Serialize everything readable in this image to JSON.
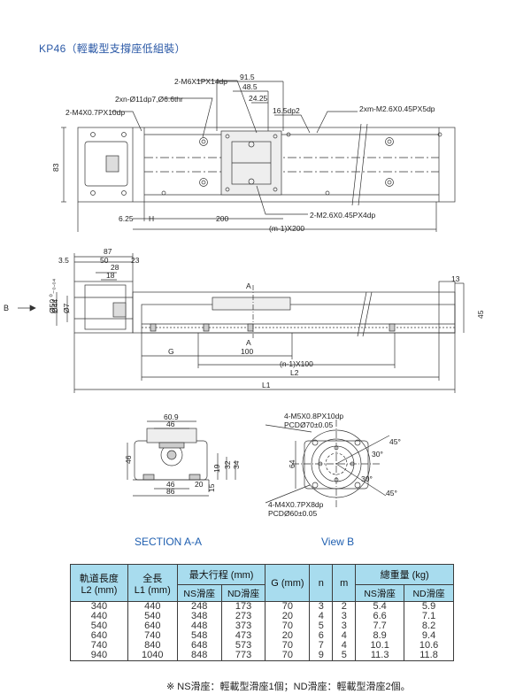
{
  "title": "KP46（輕載型支撐座低組裝）",
  "dimensions": {
    "top": {
      "m6": "2-M6X1PX14dp",
      "hole11": "2xn-Ø11dp7,Ø6.6thr",
      "m4": "2-M4X0.7PX10dp",
      "d91": "91.5",
      "d48": "48.5",
      "d24": "24.25",
      "d16": "16.5dp2",
      "m26a": "2xm-M2.6X0.45PX5dp",
      "d83": "83",
      "d625": "6.25",
      "H": "H",
      "d200": "200",
      "m26b": "2-M2.6X0.45PX4dp",
      "m1x200": "(m-1)X200"
    },
    "side": {
      "d87": "87",
      "d35": "3.5",
      "d50": "50",
      "d23": "23",
      "d28": "28",
      "d18": "18",
      "d13": "13",
      "B": "B",
      "d50h": "Ø50 ⁰₋₀.₀₄",
      "d44": "Ø44",
      "d7": "Ø7",
      "A1": "A",
      "A2": "A",
      "d45": "45",
      "G": "G",
      "d100": "100",
      "n1x100": "(n-1)X100",
      "L2": "L2",
      "L1": "L1"
    },
    "section": {
      "d609": "60.9",
      "d46t": "46",
      "d46l": "46",
      "d32": "32",
      "d34": "34",
      "d19": "19",
      "d46b": "46",
      "d20": "20",
      "d86": "86",
      "d15": "15"
    },
    "viewb": {
      "m5": "4-M5X0.8PX10dp",
      "pcd70": "PCDØ70±0.05",
      "m4b": "4-M4X0.7PX8dp",
      "pcd60": "PCDØ60±0.05",
      "d64": "64",
      "a45a": "45°",
      "a45b": "45°",
      "a30a": "30°",
      "a30b": "30°"
    }
  },
  "captions": {
    "section": "SECTION A-A",
    "viewb": "View B"
  },
  "table": {
    "header": {
      "l2": "軌道長度",
      "l2u": "L2 (mm)",
      "l1": "全長",
      "l1u": "L1 (mm)",
      "stroke": "最大行程 (mm)",
      "ns": "NS滑座",
      "nd": "ND滑座",
      "g": "G (mm)",
      "n": "n",
      "m": "m",
      "weight": "總重量 (kg)",
      "wns": "NS滑座",
      "wnd": "ND滑座"
    },
    "rows": [
      {
        "l2": "340",
        "l1": "440",
        "ns": "248",
        "nd": "173",
        "g": "70",
        "n": "3",
        "m": "2",
        "wns": "5.4",
        "wnd": "5.9"
      },
      {
        "l2": "440",
        "l1": "540",
        "ns": "348",
        "nd": "273",
        "g": "20",
        "n": "4",
        "m": "3",
        "wns": "6.6",
        "wnd": "7.1"
      },
      {
        "l2": "540",
        "l1": "640",
        "ns": "448",
        "nd": "373",
        "g": "70",
        "n": "5",
        "m": "3",
        "wns": "7.7",
        "wnd": "8.2"
      },
      {
        "l2": "640",
        "l1": "740",
        "ns": "548",
        "nd": "473",
        "g": "20",
        "n": "6",
        "m": "4",
        "wns": "8.9",
        "wnd": "9.4"
      },
      {
        "l2": "740",
        "l1": "840",
        "ns": "648",
        "nd": "573",
        "g": "70",
        "n": "7",
        "m": "4",
        "wns": "10.1",
        "wnd": "10.6"
      },
      {
        "l2": "940",
        "l1": "1040",
        "ns": "848",
        "nd": "773",
        "g": "70",
        "n": "9",
        "m": "5",
        "wns": "11.3",
        "wnd": "11.8"
      }
    ]
  },
  "note": "※ NS滑座：輕載型滑座1個；ND滑座：輕載型滑座2個。"
}
